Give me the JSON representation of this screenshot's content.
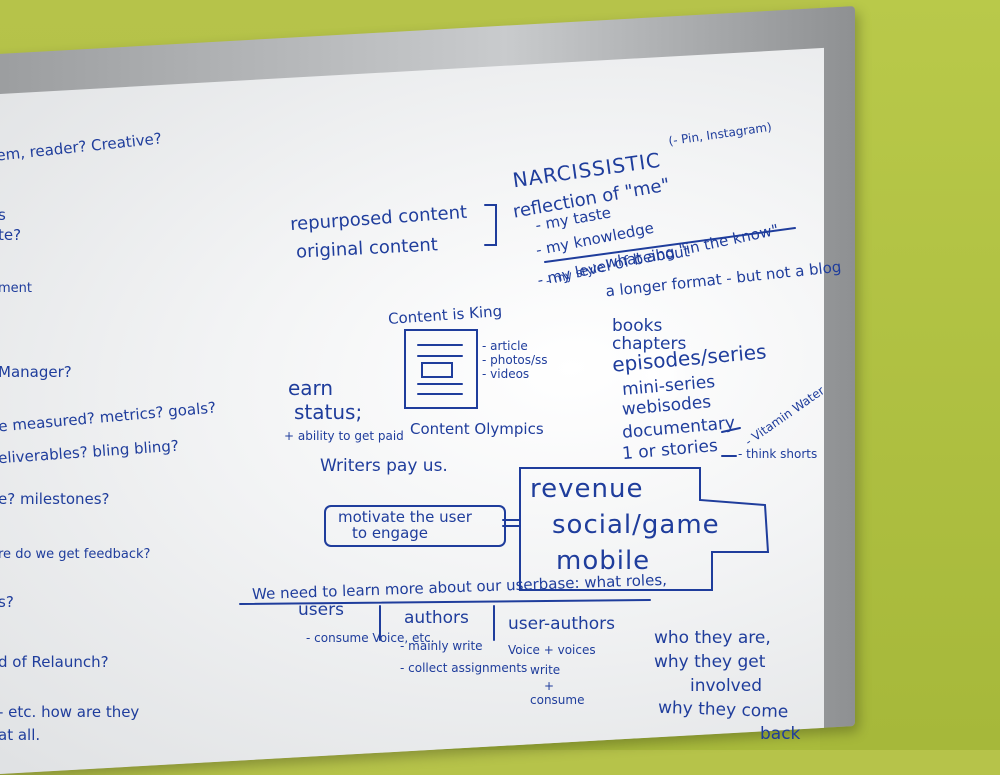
{
  "left_column": [
    "em, reader? Creative?",
    "s",
    "te?",
    "ment",
    "Manager?",
    "e measured? metrics? goals?",
    "eliverables? bling bling?",
    "e? milestones?",
    "re do we get feedback?",
    "s?",
    "d of Relaunch?",
    "- etc. how are they",
    "at all."
  ],
  "narcissistic": {
    "title": "NARCISSISTIC",
    "note": "(- Pin, Instagram)",
    "reflection": "reflection of \"me\"",
    "items": [
      "- my taste",
      "- my knowledge",
      "- my level of being \"in the know\""
    ],
    "style": "- my style",
    "what_about": "what about",
    "longer_format": "a longer format - but not a blog"
  },
  "content_types": {
    "repurposed": "repurposed content",
    "original": "original content"
  },
  "content_is_king": {
    "title": "Content is King",
    "items": [
      "- article",
      "- photos/ss",
      "- videos"
    ],
    "olympics": "Content Olympics"
  },
  "earn": {
    "lines": [
      "earn",
      "status;"
    ],
    "ability": "+ ability to get paid",
    "writers": "Writers pay us."
  },
  "formats": {
    "items": [
      "books",
      "chapters",
      "episodes/series",
      "mini-series",
      "webisodes",
      "documentary",
      "1 or stories"
    ],
    "vitamin": "- Vitamin Water",
    "think": "- think shorts"
  },
  "revenue_box": {
    "lines": [
      "revenue",
      "social/game",
      "mobile"
    ]
  },
  "motivate": {
    "line1": "motivate the user",
    "line2": "to engage"
  },
  "learn": {
    "heading": "We need to learn more about our userbase: what roles,",
    "headers": [
      "users",
      "authors",
      "user-authors"
    ],
    "users_sub": "- consume Voice, etc.",
    "authors_sub1": "- mainly write",
    "authors_sub2": "- collect assignments",
    "userauthors_sub1": "Voice + voices",
    "userauthors_sub2": "write",
    "userauthors_sub3": "+",
    "userauthors_sub4": "consume",
    "who": "who they are,",
    "why_get": "why they get",
    "involved": "involved",
    "why_come": "why they come",
    "back": "back"
  }
}
